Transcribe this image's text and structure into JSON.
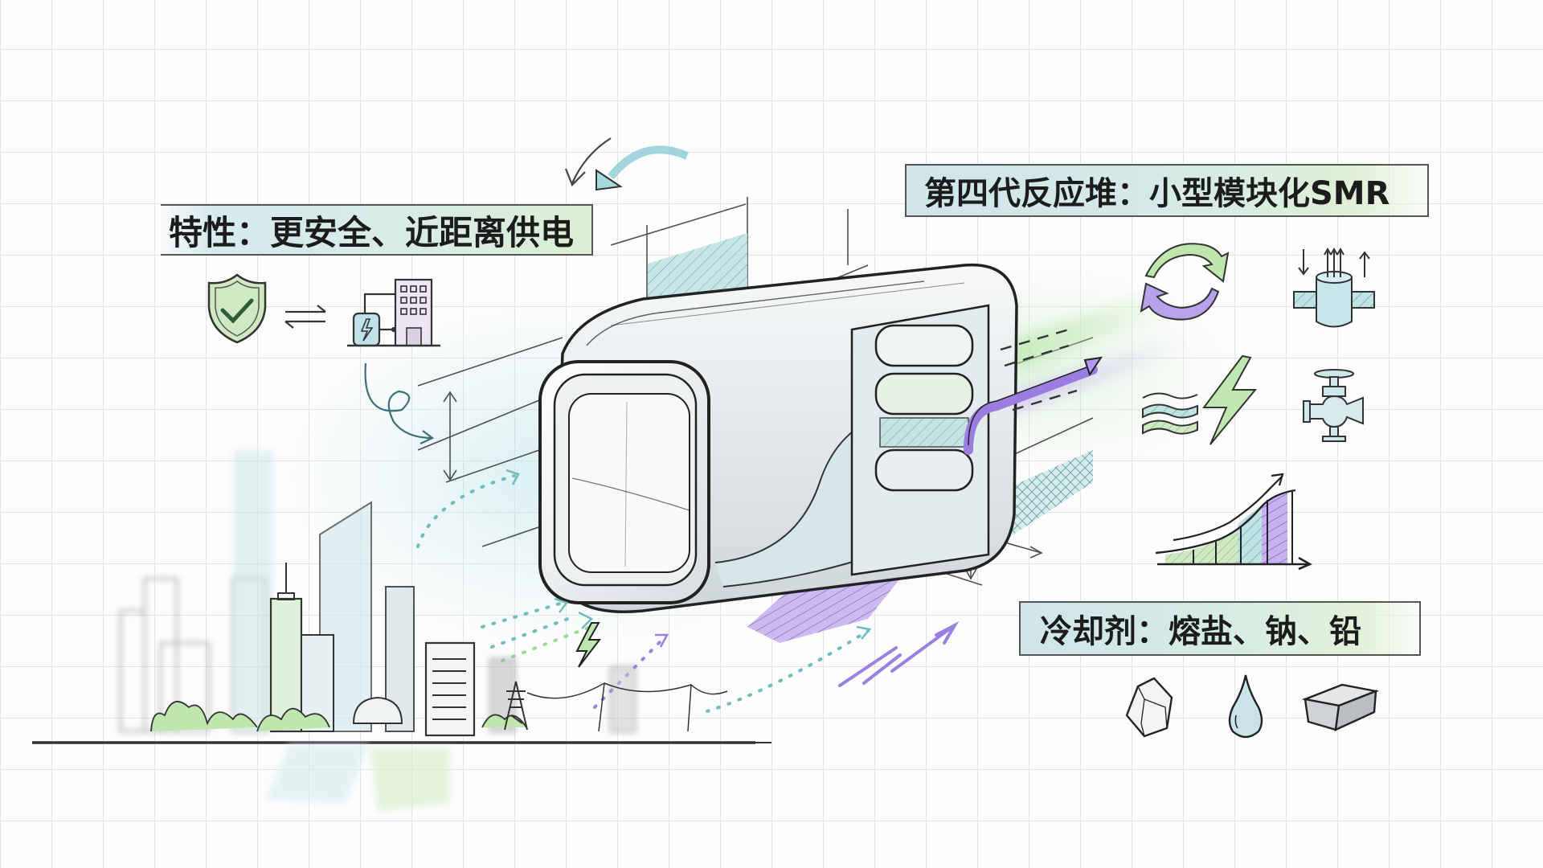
{
  "labels": {
    "reactor_title": "第四代反应堆：小型模块化SMR",
    "features": "特性：更安全、近距离供电",
    "coolant": "冷却剂：熔盐、钠、铅"
  },
  "icons": {
    "features_row": [
      "shield-check-icon",
      "bidirectional-arrow-icon",
      "power-station-building-icon"
    ],
    "reactor_grid": [
      "cycle-arrows-icon",
      "fuel-rod-cylinder-icon",
      "heat-wave-lightning-icon",
      "valve-icon"
    ],
    "growth_chart": "rising-area-chart-icon",
    "coolant_row": [
      "salt-crystal-icon",
      "liquid-drop-icon",
      "lead-ingot-icon"
    ]
  },
  "colors": {
    "accent_green": "#a9dc9a",
    "accent_teal": "#9fd3d6",
    "accent_purple": "#a889e6",
    "ink": "#222222",
    "grid": "#e4e4e6"
  }
}
